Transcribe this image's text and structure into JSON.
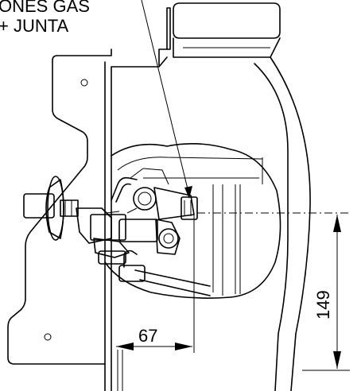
{
  "callout": {
    "line1": "ONES GAS",
    "line2": "+ JUNTA"
  },
  "dimensions": {
    "horizontal": "67",
    "vertical": "149"
  }
}
